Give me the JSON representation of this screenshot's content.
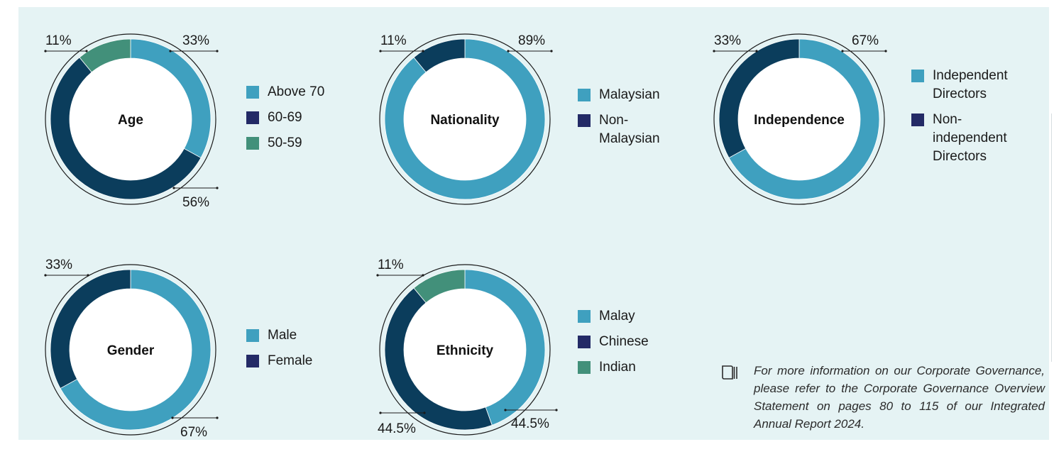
{
  "colors": {
    "light_blue": "#3fa0bf",
    "navy": "#0b3d5c",
    "green": "#42907a",
    "swatch_navy": "#232a66",
    "panel_bg": "#e5f3f4"
  },
  "chart_data": [
    {
      "type": "pie",
      "title": "Age",
      "slices": [
        {
          "label": "Above 70",
          "value": 33,
          "color": "#3fa0bf",
          "legend_color": "#3fa0bf"
        },
        {
          "label": "60-69",
          "value": 56,
          "color": "#0b3d5c",
          "legend_color": "#232a66"
        },
        {
          "label": "50-59",
          "value": 11,
          "color": "#42907a",
          "legend_color": "#42907a"
        }
      ],
      "value_labels": [
        "33%",
        "56%",
        "11%"
      ]
    },
    {
      "type": "pie",
      "title": "Nationality",
      "slices": [
        {
          "label": "Malaysian",
          "value": 89,
          "color": "#3fa0bf",
          "legend_color": "#3fa0bf"
        },
        {
          "label": "Non-Malaysian",
          "value": 11,
          "color": "#0b3d5c",
          "legend_color": "#232a66"
        }
      ],
      "legend_lines": [
        [
          "Malaysian"
        ],
        [
          "Non-",
          "Malaysian"
        ]
      ],
      "value_labels": [
        "89%",
        "11%"
      ]
    },
    {
      "type": "pie",
      "title": "Independence",
      "slices": [
        {
          "label": "Independent Directors",
          "value": 67,
          "color": "#3fa0bf",
          "legend_color": "#3fa0bf"
        },
        {
          "label": "Non-independent Directors",
          "value": 33,
          "color": "#0b3d5c",
          "legend_color": "#232a66"
        }
      ],
      "legend_lines": [
        [
          "Independent",
          "Directors"
        ],
        [
          "Non-",
          "independent",
          "Directors"
        ]
      ],
      "value_labels": [
        "67%",
        "33%"
      ]
    },
    {
      "type": "pie",
      "title": "Gender",
      "slices": [
        {
          "label": "Male",
          "value": 67,
          "color": "#3fa0bf",
          "legend_color": "#3fa0bf"
        },
        {
          "label": "Female",
          "value": 33,
          "color": "#0b3d5c",
          "legend_color": "#232a66"
        }
      ],
      "value_labels": [
        "67%",
        "33%"
      ]
    },
    {
      "type": "pie",
      "title": "Ethnicity",
      "slices": [
        {
          "label": "Malay",
          "value": 44.5,
          "color": "#3fa0bf",
          "legend_color": "#3fa0bf"
        },
        {
          "label": "Chinese",
          "value": 44.5,
          "color": "#0b3d5c",
          "legend_color": "#232a66"
        },
        {
          "label": "Indian",
          "value": 11,
          "color": "#42907a",
          "legend_color": "#42907a"
        }
      ],
      "value_labels": [
        "44.5%",
        "44.5%",
        "11%"
      ]
    }
  ],
  "note": {
    "icon": "book-icon",
    "text": "For more information on our Corporate Governance, please refer to the Corporate Governance Overview Statement on pages 80 to 115 of our Integrated Annual Report 2024."
  }
}
